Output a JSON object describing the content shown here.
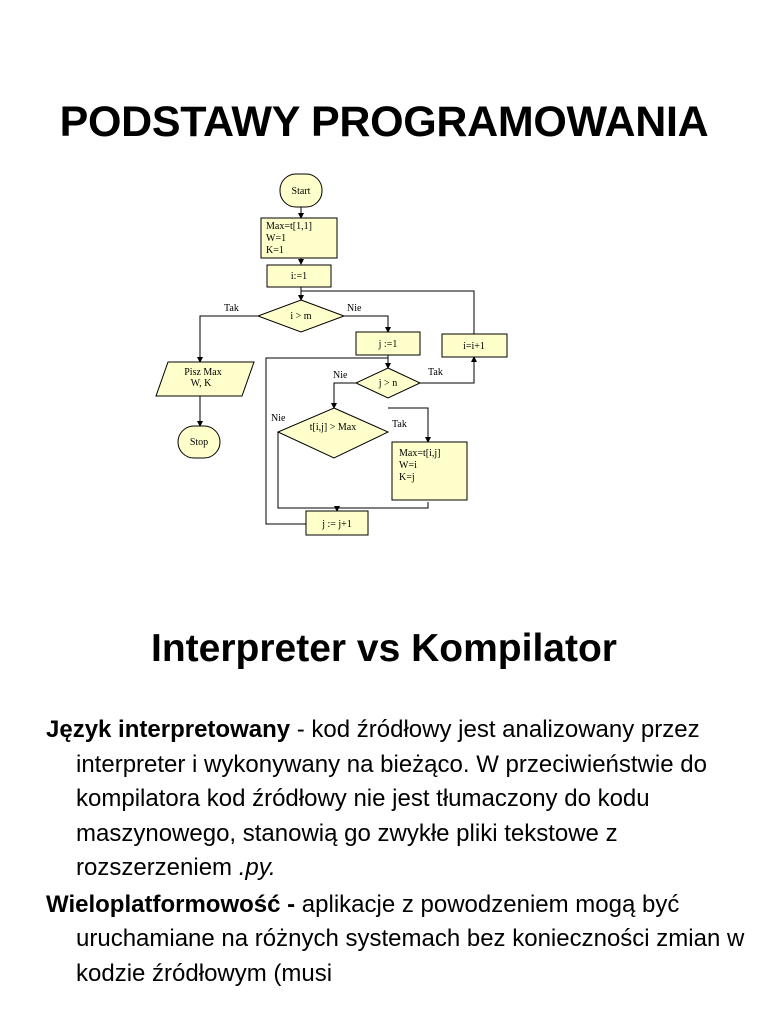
{
  "slide": {
    "title": "PODSTAWY PROGRAMOWANIA",
    "subtitle": "Interpreter vs Kompilator"
  },
  "flowchart": {
    "fill_color": "#ffffcc",
    "stroke_color": "#000000",
    "start": "Start",
    "init_lines": [
      "Max=t[1,1]",
      "W=1",
      "K=1"
    ],
    "i_init": "i:=1",
    "cond_i": "i > m",
    "label_tak_1": "Tak",
    "label_nie_1": "Nie",
    "output_lines": [
      "Pisz Max",
      "W, K"
    ],
    "stop": "Stop",
    "j_init": "j :=1",
    "i_inc": "i=i+1",
    "cond_j": "j > n",
    "label_nie_2": "Nie",
    "label_tak_2": "Tak",
    "cond_t": "t[i,j] > Max",
    "label_nie_3": "Nie",
    "label_tak_3": "Tak",
    "update_lines": [
      "Max=t[i,j]",
      "W=i",
      "K=j"
    ],
    "j_inc": "j := j+1"
  },
  "content": {
    "items": [
      {
        "term": "Język interpretowany",
        "text": " - kod źródłowy jest analizowany przez interpreter i wykonywany na bieżąco. W przeciwieństwie do kompilatora kod źródłowy nie jest tłumaczony do kodu maszynowego, stanowią go zwykłe pliki tekstowe z rozszerzeniem ",
        "ext": ".py.",
        "tail": ""
      },
      {
        "term": "Wieloplatformowość -",
        "text": " aplikacje z powodzeniem mogą być uruchamiane na różnych systemach bez konieczności zmian w kodzie źródłowym (musi",
        "ext": "",
        "tail": ""
      }
    ]
  }
}
